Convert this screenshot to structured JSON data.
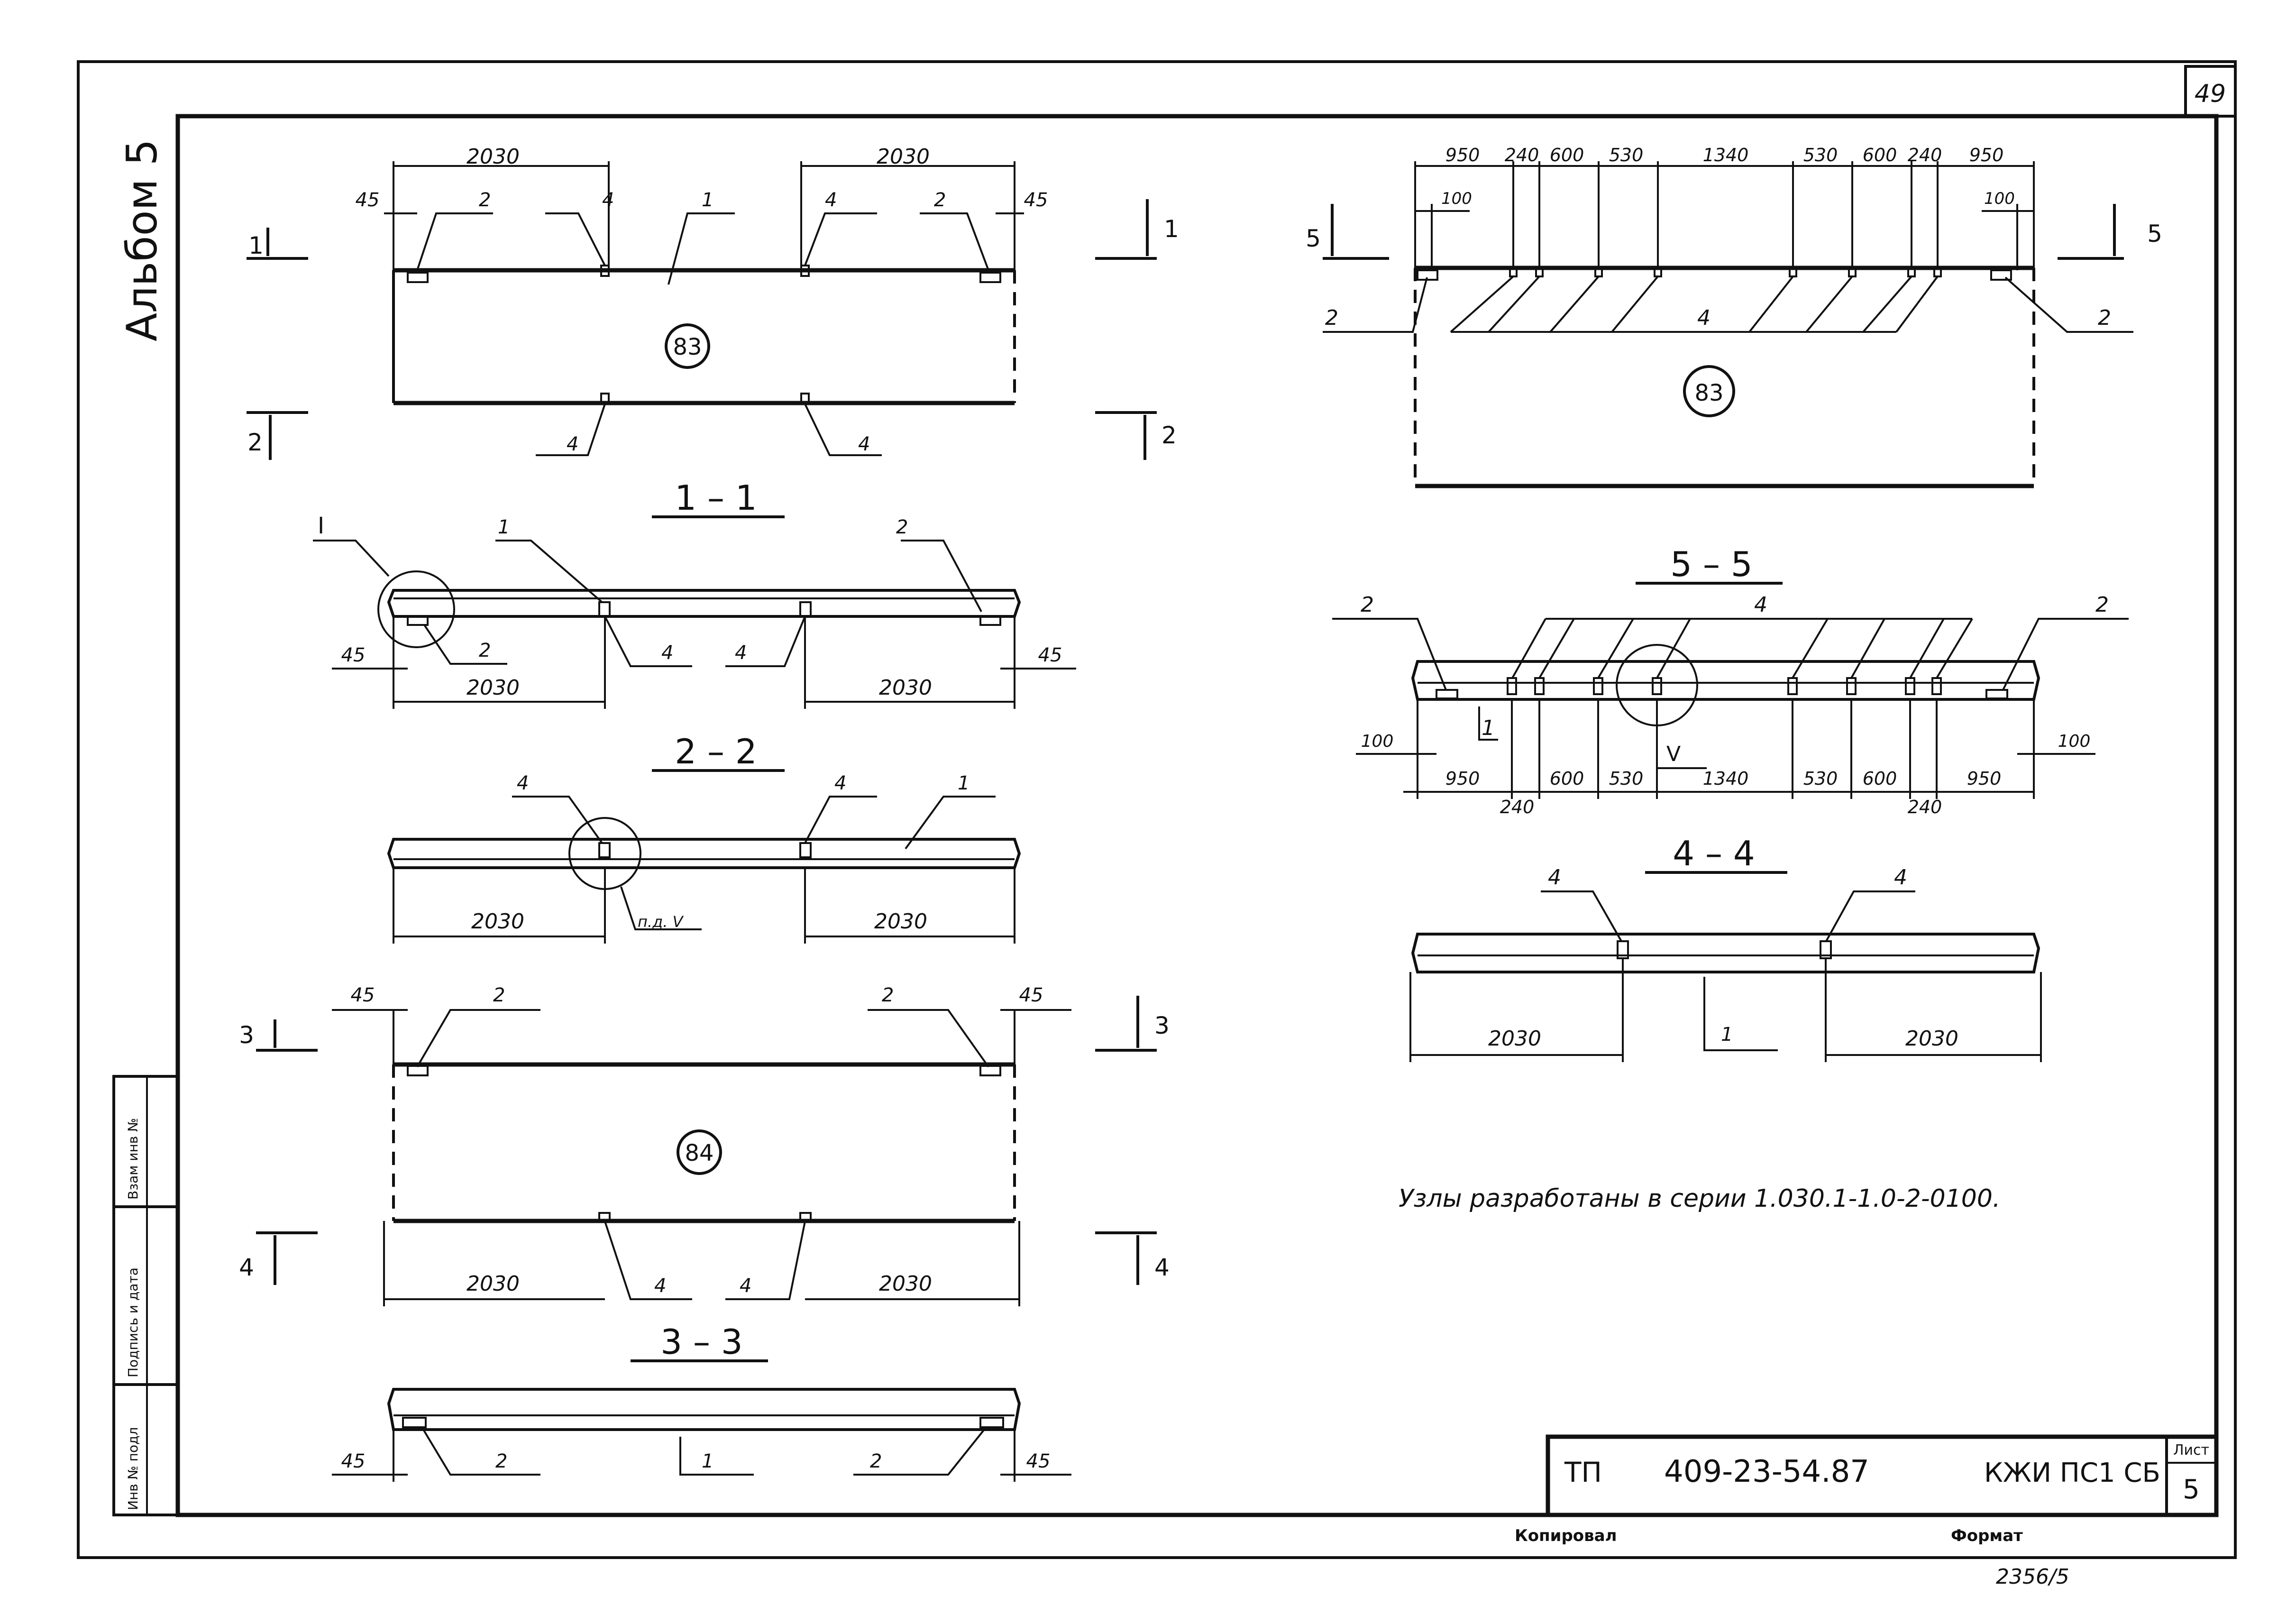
{
  "sheet_number_top": "49",
  "album": "Альбом 5",
  "stamp": {
    "prefix": "ТП",
    "code": "409-23-54.87",
    "mark": "КЖИ ПС1 СБ",
    "sheet_label": "Лист",
    "sheet": "5",
    "copied": "Копировал",
    "format": "Формат",
    "archive": "2356/5"
  },
  "side_stamp": [
    "Инв № подл",
    "Подпись и дата",
    "Взам инв №"
  ],
  "note": "Узлы разработаны в серии 1.030.1-1.0-2-0100.",
  "panels": {
    "p83_left": "83",
    "p83_right": "83",
    "p84": "84"
  },
  "sections": {
    "s11": "1 – 1",
    "s22": "2 – 2",
    "s33": "3 – 3",
    "s44": "4 – 4",
    "s55": "5 – 5"
  },
  "cut_marks": {
    "c1": "1",
    "c2": "2",
    "c3": "3",
    "c4": "4",
    "c5": "5"
  },
  "nodes": {
    "n1": "I",
    "n5": "V",
    "ref": "п.д. V"
  },
  "positions": {
    "p1": "1",
    "p2": "2",
    "p4": "4"
  },
  "dims": {
    "d2030": "2030",
    "d45": "45",
    "d100": "100",
    "d950": "950",
    "d240": "240",
    "d600": "600",
    "d530": "530",
    "d1340": "1340"
  }
}
